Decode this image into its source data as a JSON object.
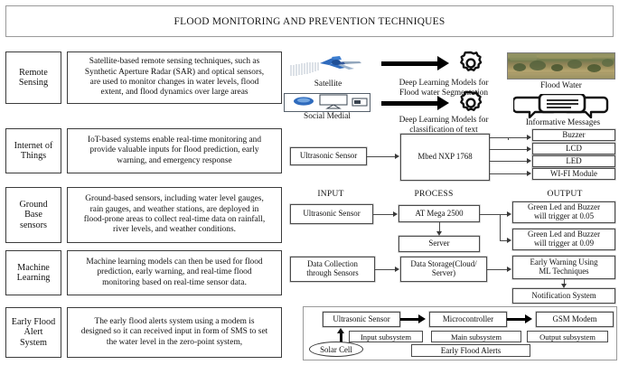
{
  "title": "FLOOD MONITORING AND PREVENTION TECHNIQUES",
  "rows": [
    {
      "category": "Remote Sensing",
      "category_lines": [
        "Remote",
        "Sensing"
      ],
      "description_lines": [
        "Satellite-based remote sensing techniques, such as",
        "Synthetic Aperture Radar (SAR) and optical sensors,",
        "are used to monitor changes in water levels, flood",
        "extent, and flood dynamics over large areas"
      ]
    },
    {
      "category": "Internet of Things",
      "category_lines": [
        "Internet of",
        "Things"
      ],
      "description_lines": [
        "IoT-based systems enable real-time monitoring and",
        "provide valuable inputs for flood prediction, early",
        "warning, and emergency response"
      ]
    },
    {
      "category": "Ground Base sensors",
      "category_lines": [
        "Ground",
        "Base",
        "sensors"
      ],
      "description_lines": [
        "Ground-based sensors, including water level gauges,",
        "rain gauges, and weather stations, are deployed in",
        "flood-prone areas to collect real-time data on rainfall,",
        "river levels, and weather conditions."
      ]
    },
    {
      "category": "Machine Learning",
      "category_lines": [
        "Machine",
        "Learning"
      ],
      "description_lines": [
        "Machine learning models can then be used for flood",
        "prediction, early warning, and real-time flood",
        "monitoring based on real-time sensor data."
      ]
    },
    {
      "category": "Early Flood Alert System",
      "category_lines": [
        "Early Flood",
        "Alert",
        "System"
      ],
      "description_lines": [
        "The early flood alerts system using a modem is",
        "designed so it can received input in form of SMS to set",
        "the water level in the zero-point system,"
      ]
    }
  ],
  "remote_sensing_diagram": {
    "satellite_caption": "Satellite",
    "social_media_caption": "Social Medial",
    "dl_segmentation_lines": [
      "Deep Learning Models for",
      "Flood water Segmentation"
    ],
    "dl_classification_lines": [
      "Deep Learning Models for",
      "classification of text"
    ],
    "flood_water_caption": "Flood Water",
    "informative_messages_caption": "Informative Messages"
  },
  "iot_diagram": {
    "input_node": "Ultrasonic Sensor",
    "process_node": "Mbed NXP 1768",
    "outputs": [
      "Buzzer",
      "LCD",
      "LED",
      "WI-FI Module"
    ]
  },
  "ground_diagram": {
    "headers": [
      "INPUT",
      "PROCESS",
      "OUTPUT"
    ],
    "input_node": "Ultrasonic Sensor",
    "process_node": "AT Mega 2500",
    "server_node": "Server",
    "output_1_lines": [
      "Green Led and Buzzer",
      "will trigger at 0.05"
    ],
    "output_2_lines": [
      "Green Led and Buzzer",
      "will trigger at 0.09"
    ]
  },
  "ml_diagram": {
    "collection_lines": [
      "Data Collection",
      "through Sensors"
    ],
    "storage_lines": [
      "Data Storage(Cloud/",
      "Server)"
    ],
    "warning_lines": [
      "Early Warning Using",
      "ML Techniques"
    ],
    "notification_node": "Notification System"
  },
  "alert_diagram": {
    "sensor_node": "Ultrasonic Sensor",
    "microcontroller_node": "Microcontroller",
    "modem_node": "GSM Modem",
    "solar_node": "Solar Cell",
    "input_subsystem": "Input subsystem",
    "main_subsystem": "Main subsystem",
    "output_subsystem": "Output subsystem",
    "early_flood_alerts": "Early Flood Alerts"
  },
  "colors": {
    "border": "#3a3a3a",
    "frame": "#9a9a9a",
    "satellite_blue": "#2b63b5",
    "arrow_black": "#000000"
  }
}
